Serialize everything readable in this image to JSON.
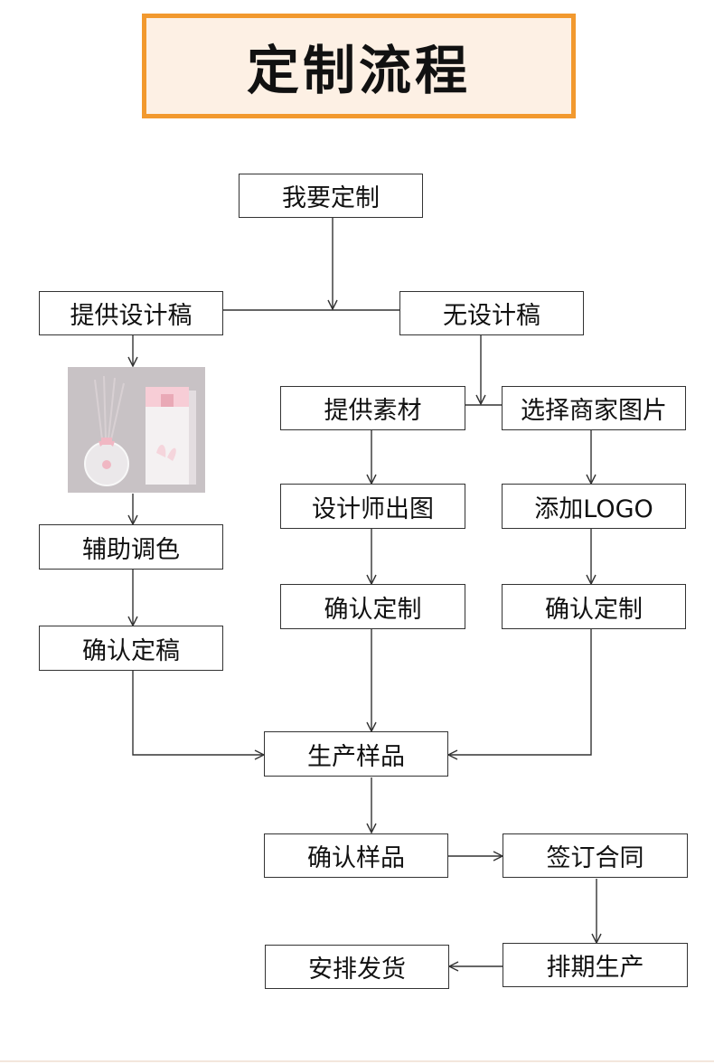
{
  "title": "定制流程",
  "nodes": {
    "i_want_custom": "我要定制",
    "provide_draft": "提供设计稿",
    "no_draft": "无设计稿",
    "provide_material": "提供素材",
    "choose_image": "选择商家图片",
    "assist_color": "辅助调色",
    "confirm_draft": "确认定稿",
    "designer_draw": "设计师出图",
    "add_logo": "添加LOGO",
    "confirm_custom_1": "确认定制",
    "confirm_custom_2": "确认定制",
    "produce_sample": "生产样品",
    "confirm_sample": "确认样品",
    "sign_contract": "签订合同",
    "schedule_production": "排期生产",
    "arrange_shipping": "安排发货"
  },
  "product_image": {
    "description_icon": "reed-diffuser-product-icon",
    "colors": {
      "background": "#c8c2c5",
      "box": "#f4f1f2",
      "accent": "#f0b7c3"
    }
  },
  "colors": {
    "title_border": "#f2992e",
    "title_bg": "#fdf0e4",
    "line": "#333333"
  }
}
